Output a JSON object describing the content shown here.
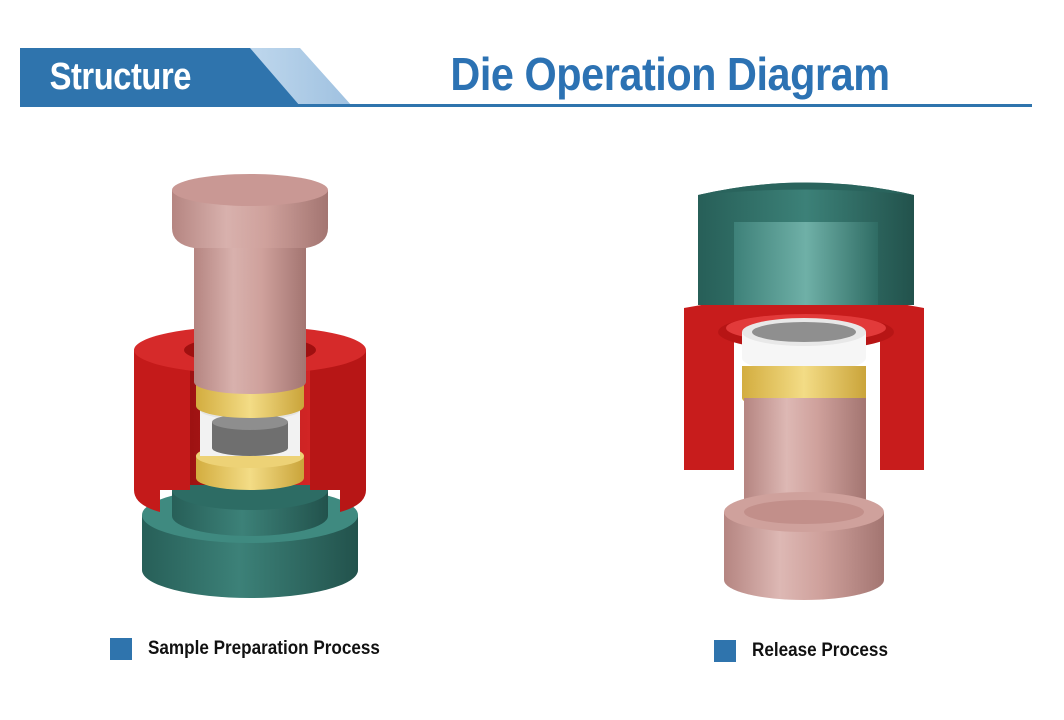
{
  "header": {
    "section_label": "Structure",
    "title": "Die Operation Diagram"
  },
  "colors": {
    "brand_blue": "#2f74ad",
    "light_blue": "#b8d3ea",
    "die_red": "#c81c1c",
    "punch_pink": "#c99a96",
    "base_teal": "#2f6f68",
    "ring_gold": "#e2c25a",
    "sample_grey": "#7a7a7a"
  },
  "panels": [
    {
      "caption": "Sample Preparation Process"
    },
    {
      "caption": "Release Process"
    }
  ]
}
